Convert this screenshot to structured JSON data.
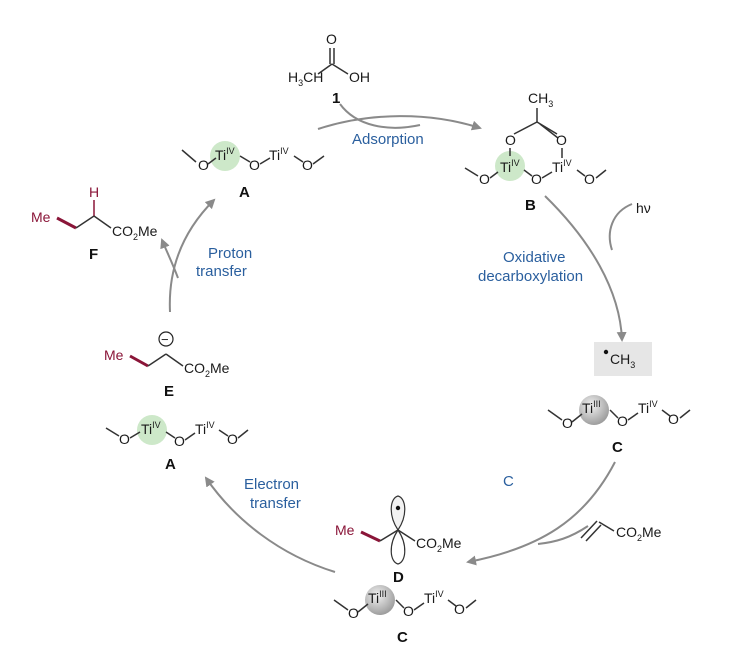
{
  "steps": {
    "adsorption": "Adsorption",
    "oxidative": [
      "Oxidative",
      "decarboxylation"
    ],
    "c_label": "C",
    "electron": [
      "Electron",
      "transfer"
    ],
    "proton": [
      "Proton",
      "transfer"
    ],
    "hv": "hν"
  },
  "compounds": {
    "c1": "1",
    "A": "A",
    "B": "B",
    "C": "C",
    "D": "D",
    "E": "E",
    "F": "F"
  },
  "atoms": {
    "O": "O",
    "OH": "OH",
    "H3C": "H",
    "CH3": "CH",
    "Ti": "Ti",
    "IV": "IV",
    "III": "III",
    "Me": "Me",
    "CO2Me_a": "CO",
    "CO2Me_b": "Me",
    "H": "H",
    "sub3": "3",
    "sub2": "2",
    "minus": "−"
  },
  "colors": {
    "blue_text": "#2a5f9e",
    "arrow_grey": "#8a8a8a",
    "green_halo": "#c8e6c3",
    "grey_sphere": "#bdbdbd",
    "maroon": "#8a1538",
    "radical_box": "#e6e6e6"
  }
}
